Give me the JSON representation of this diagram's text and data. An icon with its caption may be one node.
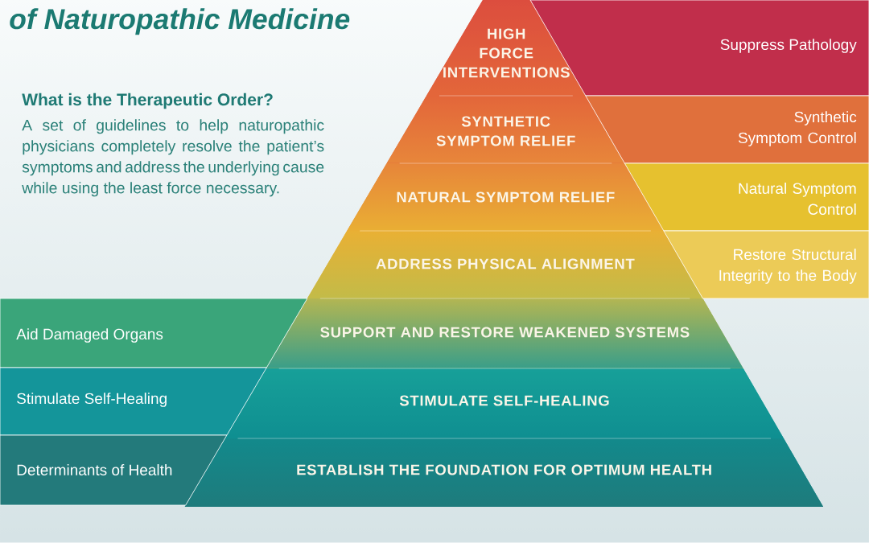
{
  "diagram": {
    "title": "of Naturopathic Medicine",
    "nodes": [
      {
        "text": [
          "HIGH FORCE INTERVENTIONS"
        ]
      },
      {
        "text": [
          "SYNTHETIC SYMPTOM RELIEF"
        ]
      },
      {
        "text": [
          "NATURAL SYMPTOM RELIEF"
        ]
      },
      {
        "text": [
          "ADDRESS PHYSICAL ALIGNMENT"
        ]
      },
      {
        "text": [
          "SUPPORT AND RESTORE WEAKENED SYSTEMS"
        ]
      },
      {
        "text": [
          "STIMULATE SELF-HEALING"
        ]
      },
      {
        "text": [
          "ESTABLISH THE FOUNDATION FOR OPTIMUM HEALTH"
        ]
      },
      {
        "text": [
          "Suppress Pathology"
        ]
      },
      {
        "text": [
          "Synthetic Symptom Control"
        ]
      },
      {
        "text": [
          "Natural Symptom Control"
        ]
      },
      {
        "text": [
          "Restore Structural Integrity to the Body"
        ]
      },
      {
        "text": [
          "Aid Damaged Organs"
        ]
      },
      {
        "text": [
          "Stimulate Self-Healing"
        ]
      },
      {
        "text": [
          "Determinants of Health"
        ]
      }
    ],
    "labels": [
      "What is the Therapeutic Order?",
      "A set of guidelines to help naturopathic physicians completely resolve the patient’s symptoms and address the underlying cause while using the least force necessary."
    ]
  }
}
